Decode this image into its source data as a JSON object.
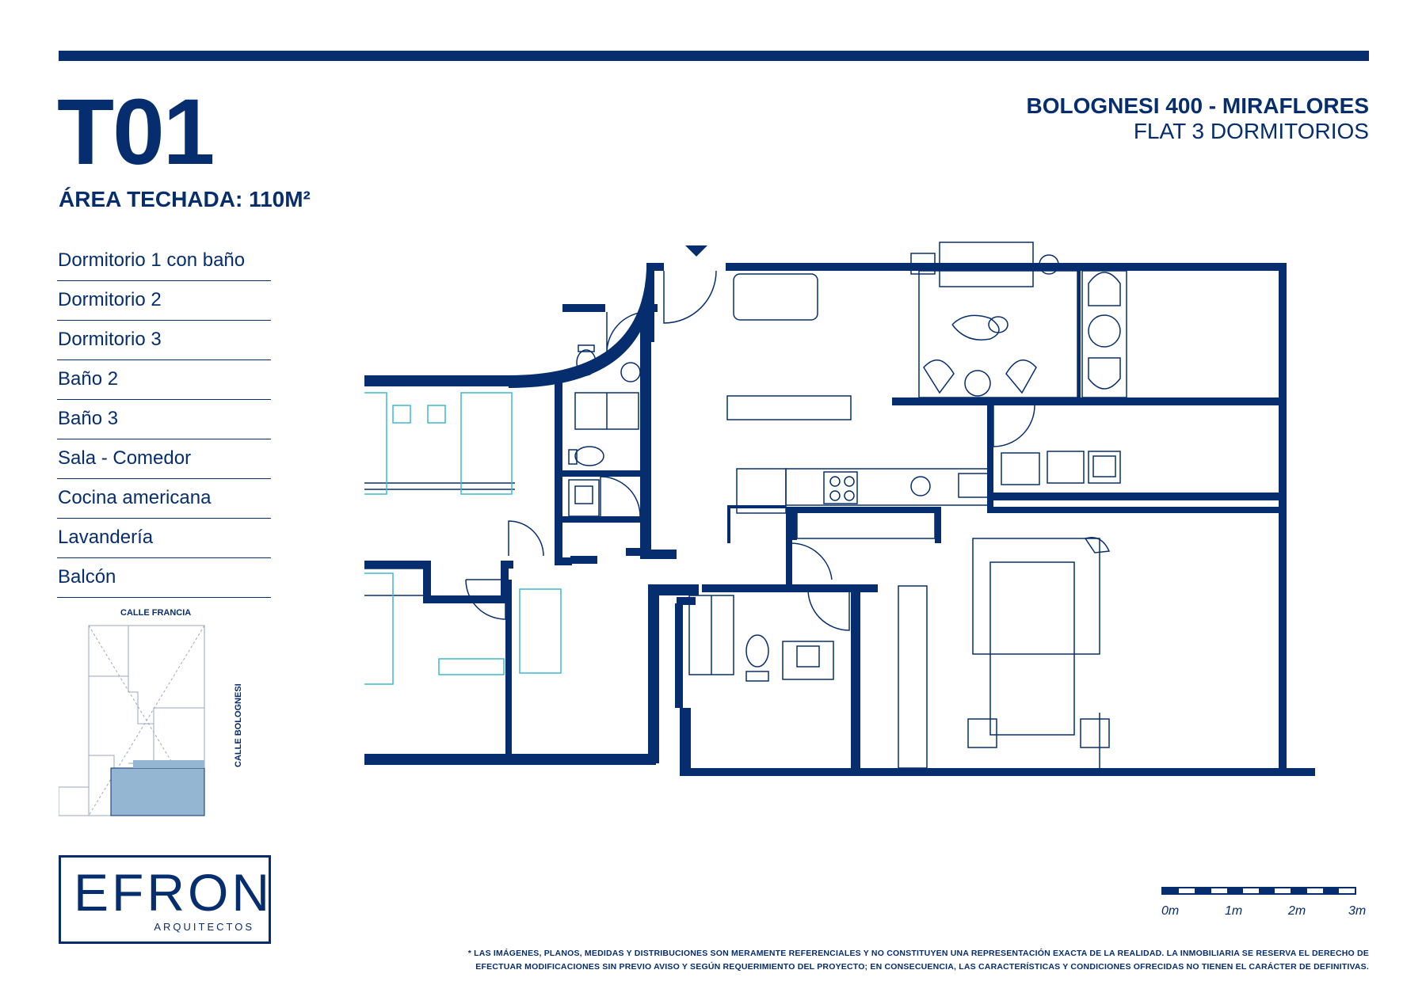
{
  "header": {
    "unit_code": "T01",
    "covered_area": "ÁREA TECHADA: 110M²",
    "address": "BOLOGNESI 400 - MIRAFLORES",
    "unit_type": "FLAT 3 DORMITORIOS"
  },
  "features": [
    "Dormitorio 1 con baño",
    "Dormitorio 2",
    "Dormitorio 3",
    "Baño 2",
    "Baño 3",
    "Sala - Comedor",
    "Cocina americana",
    "Lavandería",
    "Balcón"
  ],
  "keyplan": {
    "street_top": "CALLE FRANCIA",
    "street_right": "CALLE BOLOGNESI",
    "highlight_color": "#94b6d2"
  },
  "logo": {
    "name": "EFRON",
    "subtitle": "ARQUITECTOS"
  },
  "scale": {
    "labels": [
      "0m",
      "1m",
      "2m",
      "3m"
    ]
  },
  "disclaimer": {
    "line1": "* LAS IMÁGENES, PLANOS, MEDIDAS Y DISTRIBUCIONES SON MERAMENTE REFERENCIALES Y NO CONSTITUYEN UNA REPRESENTACIÓN EXACTA DE LA REALIDAD. LA INMOBILIARIA SE RESERVA EL DERECHO DE",
    "line2": "EFECTUAR MODIFICACIONES SIN PREVIO AVISO Y SEGÚN REQUERIMIENTO DEL PROYECTO; EN CONSECUENCIA, LAS CARACTERÍSTICAS Y CONDICIONES OFRECIDAS NO TIENEN EL CARÁCTER DE DEFINITIVAS."
  },
  "colors": {
    "brand_navy": "#062e6f",
    "furniture_cyan": "#3fb8d0",
    "keyplan_fill": "#94b6d2"
  }
}
